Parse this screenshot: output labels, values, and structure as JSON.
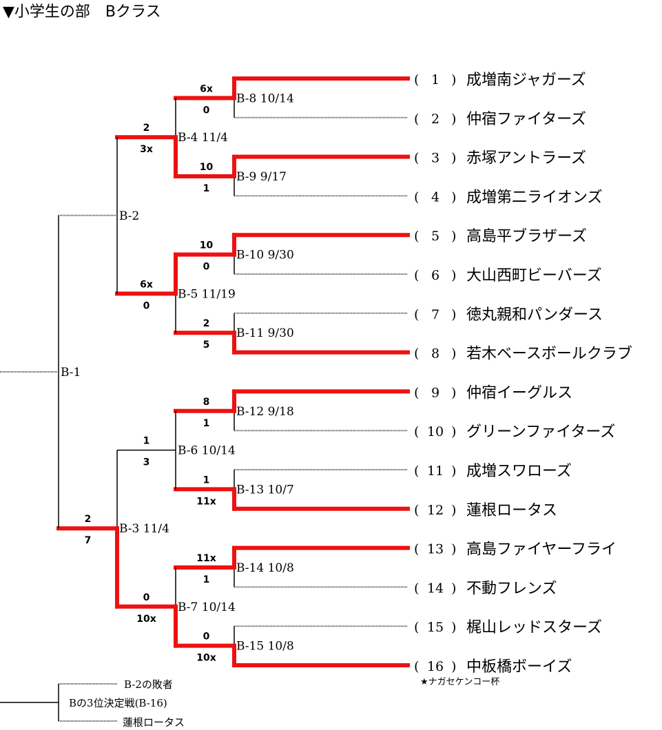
{
  "header": {
    "title": "▼小学生の部　Bクラス"
  },
  "colors": {
    "winner_line": "#ee1111",
    "line": "#000000",
    "dotted": "#444444"
  },
  "teams": [
    {
      "num": "1",
      "name": "成増南ジャガーズ"
    },
    {
      "num": "2",
      "name": "仲宿ファイターズ"
    },
    {
      "num": "3",
      "name": "赤塚アントラーズ"
    },
    {
      "num": "4",
      "name": "成増第二ライオンズ"
    },
    {
      "num": "5",
      "name": "高島平ブラザーズ"
    },
    {
      "num": "6",
      "name": "大山西町ビーバーズ"
    },
    {
      "num": "7",
      "name": "徳丸親和パンダース"
    },
    {
      "num": "8",
      "name": "若木ベースボールクラブ"
    },
    {
      "num": "9",
      "name": "仲宿イーグルス"
    },
    {
      "num": "10",
      "name": "グリーンファイターズ"
    },
    {
      "num": "11",
      "name": "成増スワローズ"
    },
    {
      "num": "12",
      "name": "蓮根ロータス"
    },
    {
      "num": "13",
      "name": "高島ファイヤーフライ"
    },
    {
      "num": "14",
      "name": "不動フレンズ"
    },
    {
      "num": "15",
      "name": "梶山レッドスターズ"
    },
    {
      "num": "16",
      "name": "中板橋ボーイズ"
    }
  ],
  "round1": [
    {
      "label": "B-8 10/14",
      "top_score": "6x",
      "bottom_score": "0",
      "winner": "top"
    },
    {
      "label": "B-9 9/17",
      "top_score": "10",
      "bottom_score": "1",
      "winner": "top"
    },
    {
      "label": "B-10 9/30",
      "top_score": "10",
      "bottom_score": "0",
      "winner": "top"
    },
    {
      "label": "B-11 9/30",
      "top_score": "2",
      "bottom_score": "5",
      "winner": "bottom"
    },
    {
      "label": "B-12 9/18",
      "top_score": "8",
      "bottom_score": "1",
      "winner": "top"
    },
    {
      "label": "B-13 10/7",
      "top_score": "1",
      "bottom_score": "11x",
      "winner": "bottom"
    },
    {
      "label": "B-14 10/8",
      "top_score": "11x",
      "bottom_score": "1",
      "winner": "top"
    },
    {
      "label": "B-15 10/8",
      "top_score": "0",
      "bottom_score": "10x",
      "winner": "bottom"
    }
  ],
  "round2": [
    {
      "label": "B-4 11/4",
      "top_score": "2",
      "bottom_score": "3x",
      "winner": "bottom"
    },
    {
      "label": "B-5 11/19",
      "top_score": "6x",
      "bottom_score": "0",
      "winner": "top"
    },
    {
      "label": "B-6 10/14",
      "top_score": "1",
      "bottom_score": "3",
      "winner": "none"
    },
    {
      "label": "B-7 10/14",
      "top_score": "0",
      "bottom_score": "10x",
      "winner": "bottom"
    }
  ],
  "round3": [
    {
      "label": "B-2",
      "top_score": "",
      "bottom_score": "",
      "winner": "none"
    },
    {
      "label": "B-3 11/4",
      "top_score": "2",
      "bottom_score": "7",
      "winner": "none"
    }
  ],
  "final": {
    "label": "B-1"
  },
  "sponsor_note": "★ナガセケンコー杯",
  "third_place": {
    "top": "B-2の敗者",
    "label": "Bの3位決定戦(B-16)",
    "bottom": "蓮根ロータス"
  }
}
